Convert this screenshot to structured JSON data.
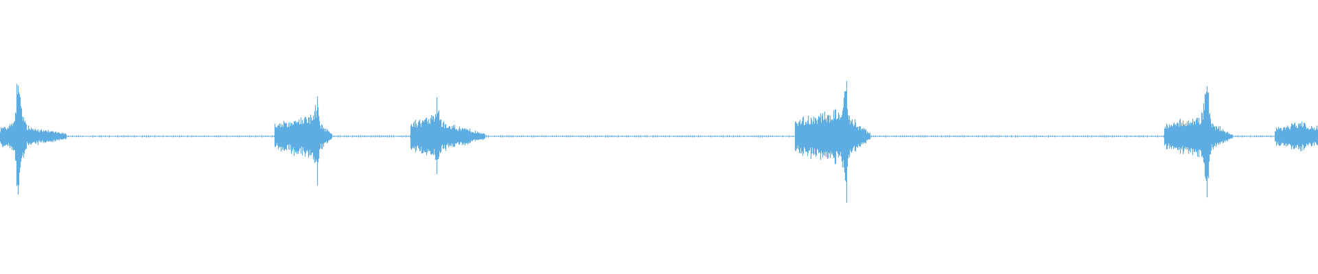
{
  "waveform": {
    "color": "#5dade2",
    "background": "#ffffff",
    "baseline_level": 0.004,
    "bursts": [
      {
        "label": "burst-1",
        "start": 0.0,
        "peak": 0.013,
        "end": 0.05,
        "peak_amplitude": 0.86,
        "body_amplitude": 0.22,
        "tail_amplitude": 0.06
      },
      {
        "label": "burst-2",
        "start": 0.208,
        "peak": 0.241,
        "end": 0.252,
        "peak_amplitude": 0.6,
        "body_amplitude": 0.3,
        "tail_amplitude": 0.03
      },
      {
        "label": "burst-3",
        "start": 0.311,
        "peak": 0.331,
        "end": 0.368,
        "peak_amplitude": 0.52,
        "body_amplitude": 0.3,
        "tail_amplitude": 0.05
      },
      {
        "label": "burst-4",
        "start": 0.603,
        "peak": 0.642,
        "end": 0.66,
        "peak_amplitude": 0.88,
        "body_amplitude": 0.4,
        "tail_amplitude": 0.06
      },
      {
        "label": "burst-5",
        "start": 0.883,
        "peak": 0.916,
        "end": 0.935,
        "peak_amplitude": 0.8,
        "body_amplitude": 0.3,
        "tail_amplitude": 0.03
      },
      {
        "label": "burst-6",
        "start": 0.967,
        "peak": 0.99,
        "end": 1.0,
        "peak_amplitude": 0.26,
        "body_amplitude": 0.2,
        "tail_amplitude": 0.2
      }
    ]
  }
}
